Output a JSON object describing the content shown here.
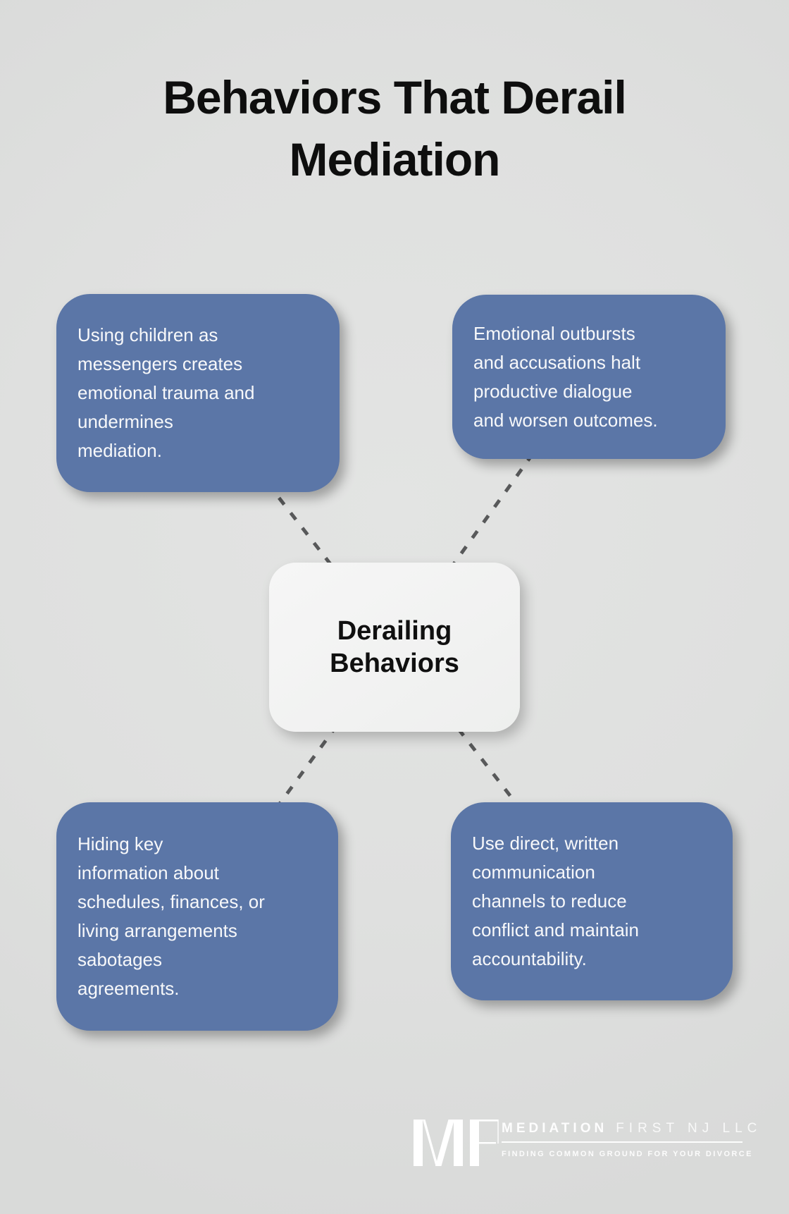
{
  "title": {
    "lines": [
      "Behaviors That Derail",
      "Mediation"
    ]
  },
  "center_node": {
    "lines": [
      "Derailing",
      "Behaviors"
    ]
  },
  "nodes": {
    "top_left": {
      "lines": [
        "Using children as",
        "messengers creates",
        "emotional trauma and",
        "undermines",
        "mediation."
      ]
    },
    "top_right": {
      "lines": [
        "Emotional outbursts",
        "and accusations halt",
        "productive dialogue",
        "and worsen outcomes."
      ]
    },
    "bottom_left": {
      "lines": [
        "Hiding key",
        "information about",
        "schedules, finances, or",
        "living arrangements",
        "sabotages",
        "agreements."
      ]
    },
    "bottom_right": {
      "lines": [
        "Use direct, written",
        "communication",
        "channels to reduce",
        "conflict and maintain",
        "accountability."
      ]
    }
  },
  "footer": {
    "monogram": "MF",
    "brand_bold": "MEDIATION",
    "brand_light": "FIRST NJ LLC",
    "tagline": "FINDING COMMON GROUND FOR YOUR DIVORCE"
  },
  "colors": {
    "background": "#DFE0DF",
    "node_fill": "#5B76A7",
    "node_text": "#F7F8FA",
    "center_fill": "#F2F3F2",
    "center_text": "#101010",
    "title_text": "#0E0E0E",
    "connector": "#58595A",
    "footer_text": "#FFFFFF"
  }
}
